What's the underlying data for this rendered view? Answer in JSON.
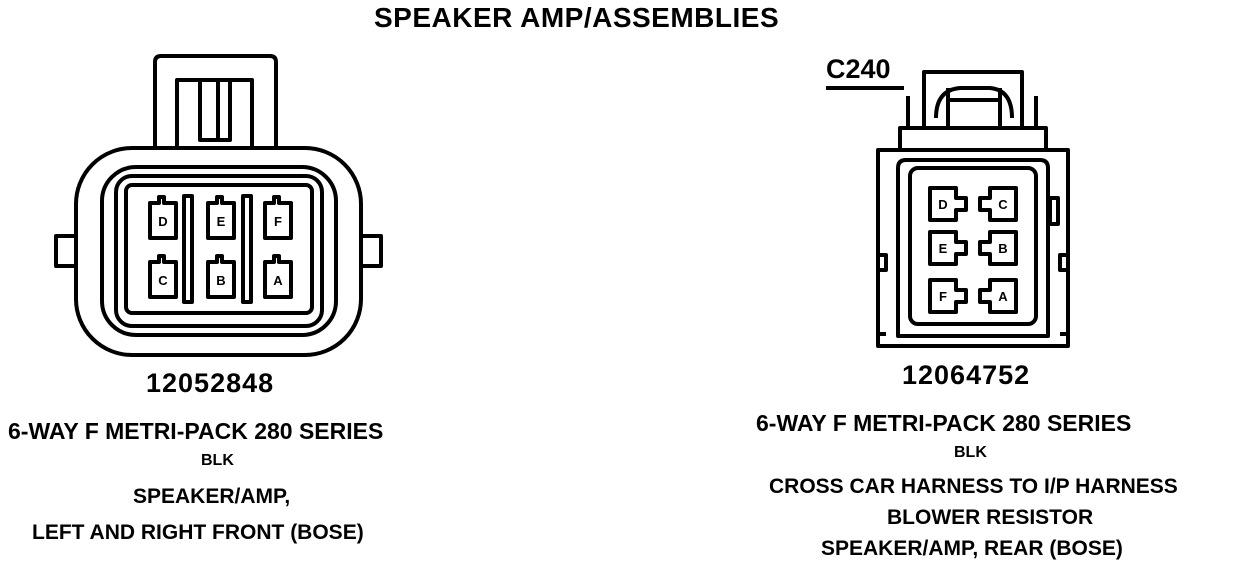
{
  "title": "SPEAKER AMP/ASSEMBLIES",
  "connectors": [
    {
      "part_number": "12052848",
      "series": "6-WAY F METRI-PACK 280 SERIES",
      "color": "BLK",
      "descriptions": [
        "SPEAKER/AMP,",
        "LEFT AND RIGHT FRONT (BOSE)"
      ],
      "pins": [
        "D",
        "E",
        "F",
        "C",
        "B",
        "A"
      ]
    },
    {
      "label": "C240",
      "part_number": "12064752",
      "series": "6-WAY F METRI-PACK 280 SERIES",
      "color": "BLK",
      "descriptions": [
        "CROSS CAR HARNESS TO I/P HARNESS",
        "BLOWER RESISTOR",
        "SPEAKER/AMP, REAR (BOSE)"
      ],
      "pins": [
        "D",
        "C",
        "E",
        "B",
        "F",
        "A"
      ]
    }
  ]
}
